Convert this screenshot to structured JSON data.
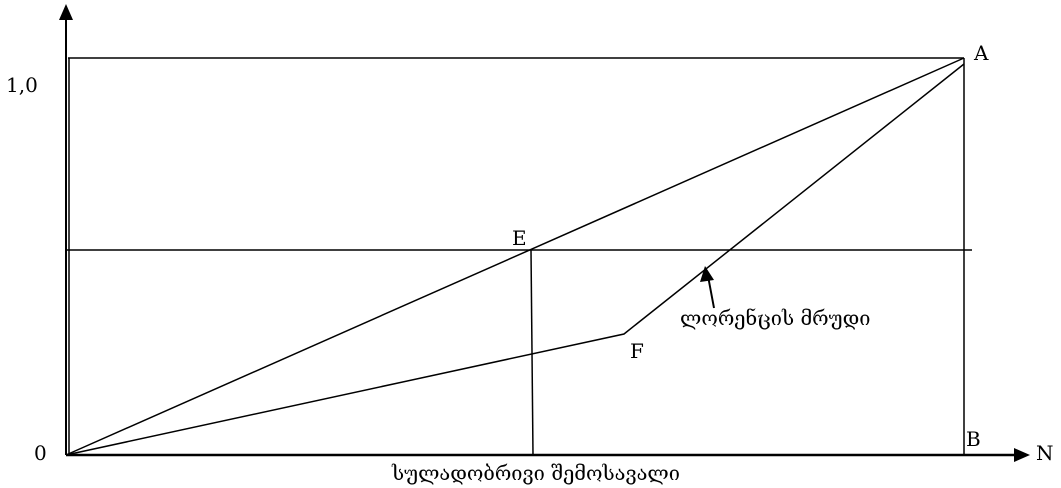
{
  "diagram": {
    "labels": {
      "y_one": "1,0",
      "origin": "0",
      "x_axis": "N",
      "point_A": "A",
      "point_B": "B",
      "point_E": "E",
      "point_F": "F",
      "curve": "ლორენცის მრუდი",
      "caption": "სულადობრივი შემოსავალი"
    },
    "line_color": "#000000"
  }
}
